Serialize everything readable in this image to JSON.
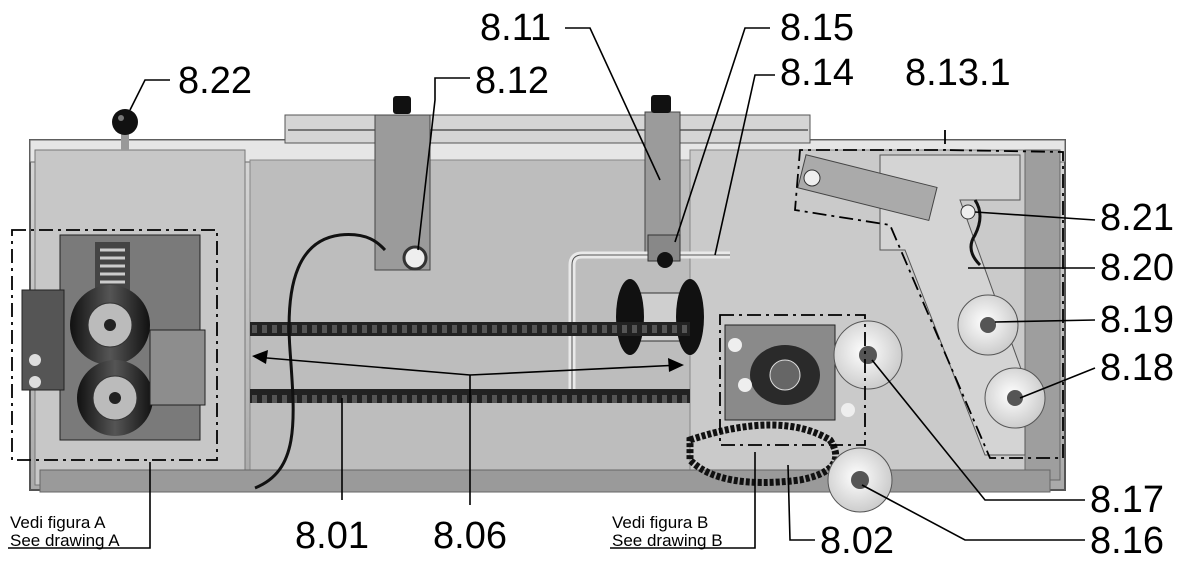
{
  "labels": {
    "l822": "8.22",
    "l812": "8.12",
    "l811": "8.11",
    "l815": "8.15",
    "l814": "8.14",
    "l8131": "8.13.1",
    "l821": "8.21",
    "l820": "8.20",
    "l819": "8.19",
    "l818": "8.18",
    "l817": "8.17",
    "l816": "8.16",
    "l802": "8.02",
    "l801": "8.01",
    "l806": "8.06"
  },
  "notes": {
    "a_it": "Vedi figura A",
    "a_en": "See drawing A",
    "b_it": "Vedi figura B",
    "b_en": "See drawing B"
  }
}
